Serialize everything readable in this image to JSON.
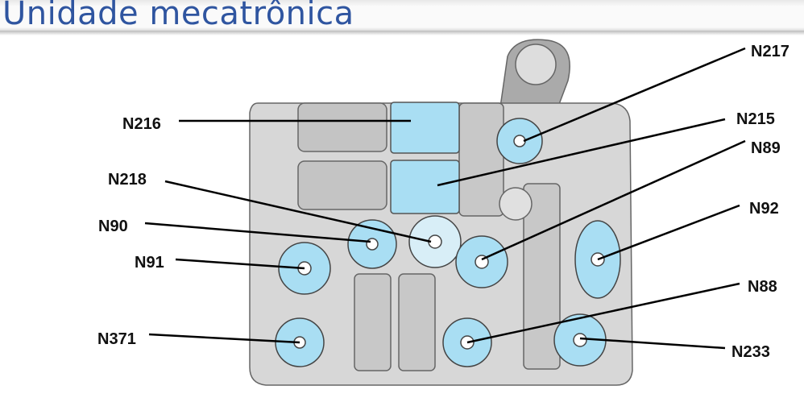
{
  "title": "Unidade mecatrônica",
  "labels": {
    "n216": "N216",
    "n217": "N217",
    "n215": "N215",
    "n89": "N89",
    "n218": "N218",
    "n92": "N92",
    "n90": "N90",
    "n91": "N91",
    "n88": "N88",
    "n371": "N371",
    "n233": "N233"
  },
  "colors": {
    "title": "#2f55a0",
    "valve": "#a9def3",
    "plate": "#d7d7d7"
  }
}
